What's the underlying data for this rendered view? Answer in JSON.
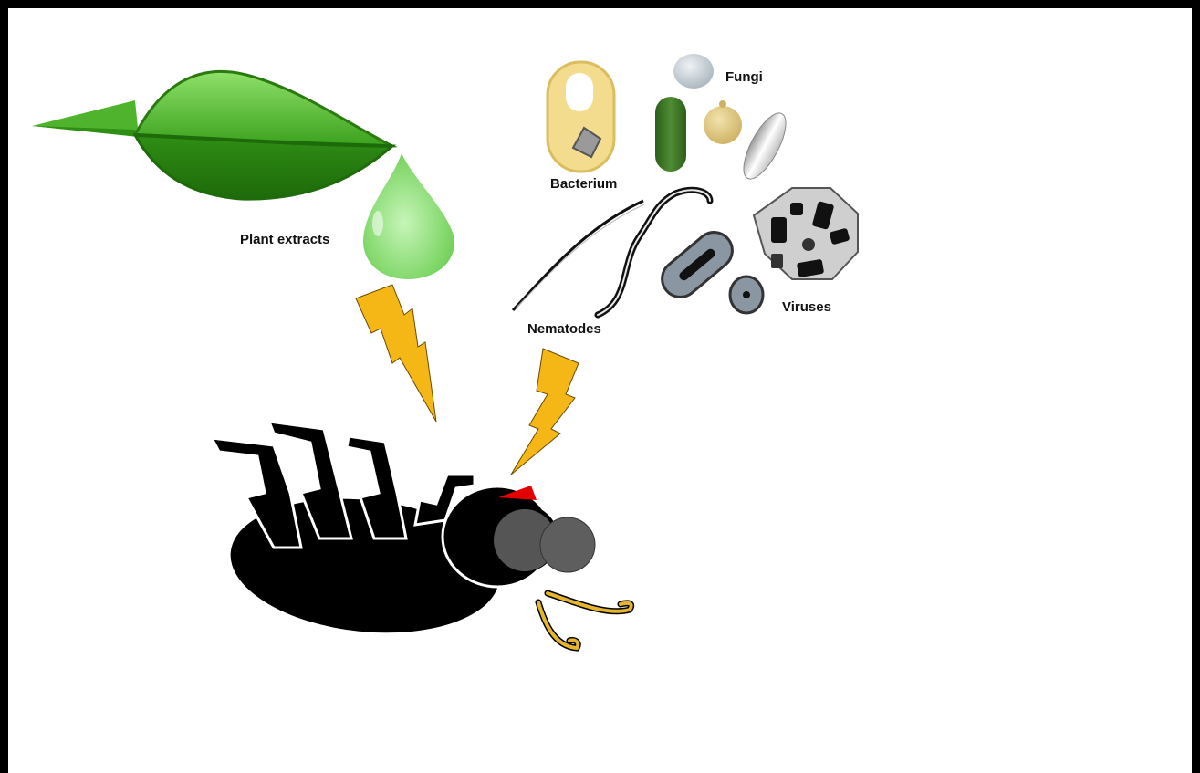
{
  "labels": {
    "plant_extracts": "Plant extracts",
    "bacterium": "Bacterium",
    "fungi": "Fungi",
    "nematodes": "Nematodes",
    "viruses": "Viruses"
  },
  "colors": {
    "leaf_dark": "#2e8b14",
    "leaf_light": "#5ec23a",
    "droplet": "#9be38a",
    "bolt": "#f5b716",
    "beetle": "#000000",
    "beetle_red_spot": "#e30000",
    "antenna": "#e5b52c",
    "eye": "#555555",
    "virus_body": "#c9c9c9"
  },
  "icons": [
    "leaf-icon",
    "droplet-icon",
    "lightning-bolt-icon",
    "beetle-icon",
    "bacterium-icon",
    "fungi-icon",
    "nematode-icon",
    "virus-icon"
  ]
}
